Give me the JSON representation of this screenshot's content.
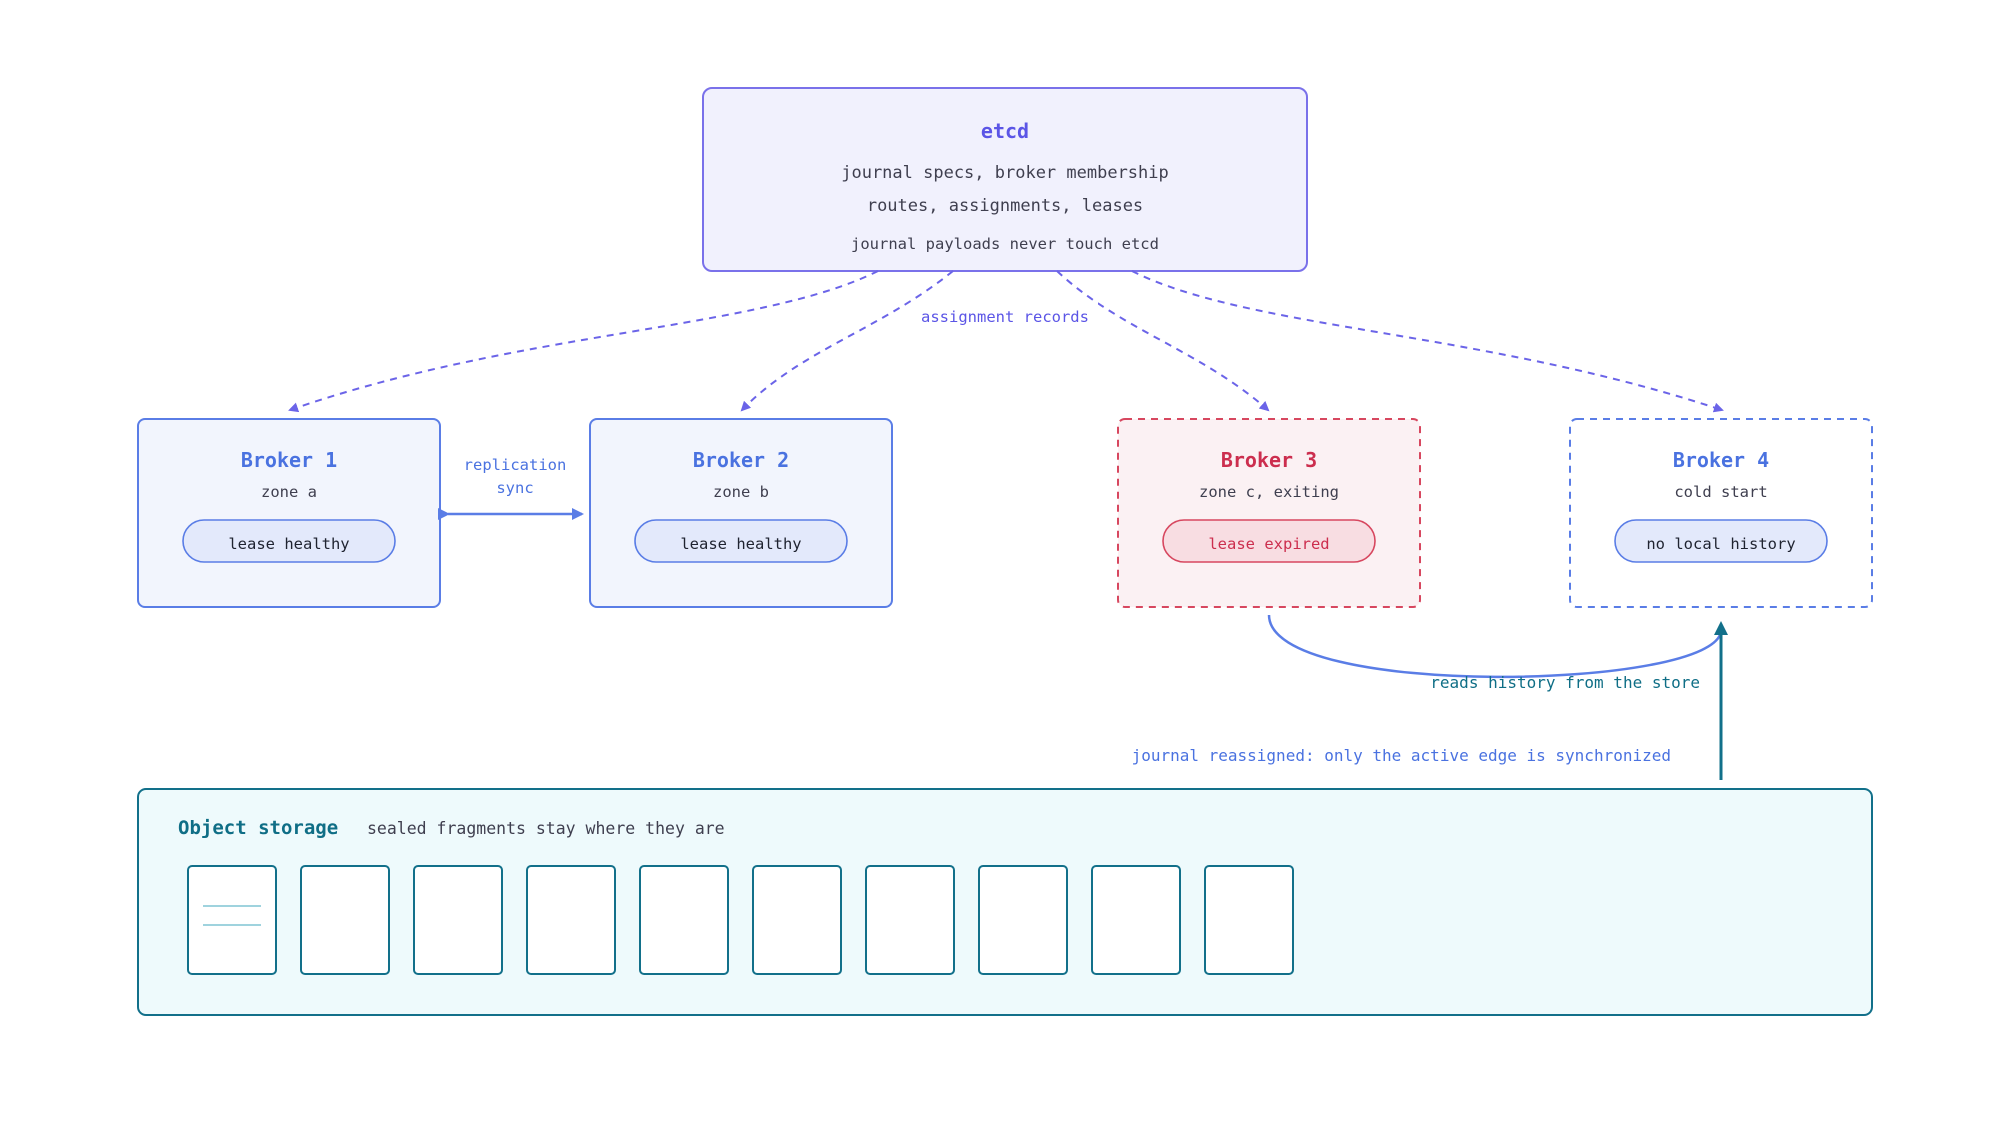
{
  "etcd": {
    "title": "etcd",
    "line1": "journal specs, broker membership",
    "line2": "routes, assignments, leases",
    "note": "journal payloads never touch etcd"
  },
  "edge_labels": {
    "assignment": "assignment records",
    "replication_line1": "replication",
    "replication_line2": "sync",
    "reads_history": "reads history from the store",
    "reassigned": "journal reassigned: only the active edge is synchronized"
  },
  "brokers": [
    {
      "name": "Broker 1",
      "zone": "zone a",
      "status": "lease healthy"
    },
    {
      "name": "Broker 2",
      "zone": "zone b",
      "status": "lease healthy"
    },
    {
      "name": "Broker 3",
      "zone": "zone c, exiting",
      "status": "lease expired"
    },
    {
      "name": "Broker 4",
      "zone": "cold start",
      "status": "no local history"
    }
  ],
  "storage": {
    "title": "Object storage",
    "subtitle": "sealed fragments stay where they are",
    "fragment_count": 10
  },
  "colors": {
    "etcd_accent": "#6b64e8",
    "broker_accent": "#5a7de6",
    "danger": "#d7475f",
    "teal": "#12708a"
  }
}
